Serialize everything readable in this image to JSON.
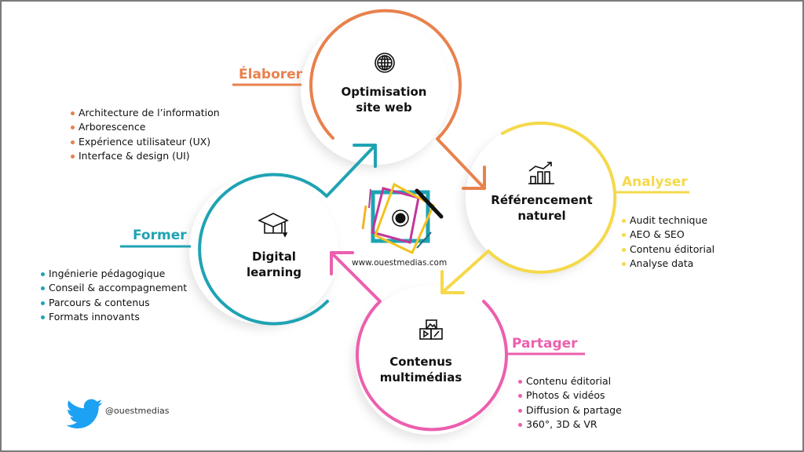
{
  "colors": {
    "orange": "#e8814d",
    "yellow": "#f5d94a",
    "pink": "#ec5fae",
    "teal": "#1fa3b3",
    "twitter": "#1da1f2",
    "frame": "#7a7a7a"
  },
  "nodes": [
    {
      "id": "optimisation",
      "icon": "globe-icon",
      "title_line1": "Optimisation",
      "title_line2": "site web",
      "phase": "Élaborer",
      "bullets": [
        "Architecture de l’information",
        "Arborescence",
        "Expérience utilisateur (UX)",
        "Interface & design (UI)"
      ]
    },
    {
      "id": "referencement",
      "icon": "chart-growth-icon",
      "title_line1": "Référencement",
      "title_line2": "naturel",
      "phase": "Analyser",
      "bullets": [
        "Audit technique",
        "AEO & SEO",
        "Contenu éditorial",
        "Analyse data"
      ]
    },
    {
      "id": "contenus",
      "icon": "media-blocks-icon",
      "title_line1": "Contenus",
      "title_line2": "multimédias",
      "phase": "Partager",
      "bullets": [
        "Contenu éditorial",
        "Photos & vidéos",
        "Diffusion & partage",
        "360°, 3D & VR"
      ]
    },
    {
      "id": "digital-learning",
      "icon": "graduation-cap-icon",
      "title_line1": "Digital",
      "title_line2": "learning",
      "phase": "Former",
      "bullets": [
        "Ingénierie pédagogique",
        "Conseil & accompagnement",
        "Parcours & contenus",
        "Formats innovants"
      ]
    }
  ],
  "center": {
    "logo": "ouestmedias-logo",
    "website": "www.ouestmedias.com"
  },
  "footer": {
    "social_icon": "twitter-bird-icon",
    "handle": "@ouestmedias"
  }
}
